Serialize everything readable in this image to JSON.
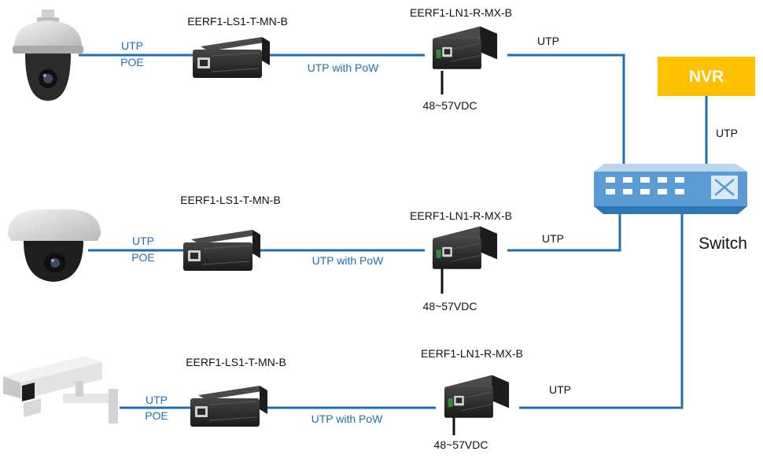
{
  "colors": {
    "cable": "#1f6fb2",
    "nvr_box": "#ffc000",
    "switch_body": "#5b9bd5",
    "switch_top": "#bdd7ee",
    "device_body": "#2b2b2b",
    "label_blue": "#1f6fb2",
    "label_black": "#111111"
  },
  "icons": {
    "camera_1": "ptz-dome-camera-icon",
    "camera_2": "dome-camera-icon",
    "camera_3": "bullet-box-camera-icon",
    "transmitter": "poe-extender-transmitter-icon",
    "receiver": "poe-extender-receiver-icon",
    "switch": "network-switch-icon",
    "nvr": "nvr-box-icon"
  },
  "rows": [
    {
      "camera_link_top": "UTP",
      "camera_link_bottom": "POE",
      "transmitter_model": "EERF1-LS1-T-MN-B",
      "middle_link": "UTP with PoW",
      "receiver_model": "EERF1-LN1-R-MX-B",
      "power": "48~57VDC",
      "switch_link": "UTP"
    },
    {
      "camera_link_top": "UTP",
      "camera_link_bottom": "POE",
      "transmitter_model": "EERF1-LS1-T-MN-B",
      "middle_link": "UTP with PoW",
      "receiver_model": "EERF1-LN1-R-MX-B",
      "power": "48~57VDC",
      "switch_link": "UTP"
    },
    {
      "camera_link_top": "UTP",
      "camera_link_bottom": "POE",
      "transmitter_model": "EERF1-LS1-T-MN-B",
      "middle_link": "UTP with PoW",
      "receiver_model": "EERF1-LN1-R-MX-B",
      "power": "48~57VDC",
      "switch_link": "UTP"
    }
  ],
  "nvr": {
    "label": "NVR",
    "link": "UTP"
  },
  "switch": {
    "label": "Switch"
  }
}
